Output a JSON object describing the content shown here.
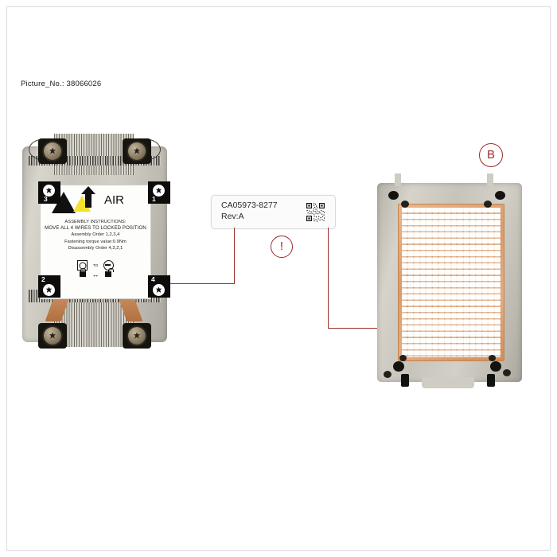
{
  "picture": {
    "caption": "Picture_No.: 38066026"
  },
  "part_label": {
    "part_number": "CA05973-8277",
    "revision": "Rev:A",
    "qr_code_name": "qr-code"
  },
  "callouts": [
    {
      "id": "warning",
      "symbol": "!"
    },
    {
      "id": "view-b",
      "symbol": "B"
    }
  ],
  "heatsink_label": {
    "air_text": "AIR",
    "warning_icon": "hot-surface-warning-icon",
    "airflow_icon": "up-arrow-icon",
    "instructions": [
      "ASSEMBLY INSTRUCTIONS:",
      "MOVE ALL 4 WIRES TO LOCKED POSITION",
      "Assembly Order 1,2,3,4",
      "Fastening torque value:0.9Nm",
      "Disassembly Order 4,3,2,1"
    ],
    "lock_row": {
      "to_text": "TO",
      "locked_icon": "padlock-closed-icon",
      "unlocked_icon": "padlock-open-icon",
      "arrow_icon": "double-arrow-icon"
    },
    "corner_numbers": {
      "top_left": "3",
      "top_right": "1",
      "bottom_left": "2",
      "bottom_right": "4"
    }
  },
  "colors": {
    "callout_red": "#9e2b2b",
    "warning_yellow": "#f5e02a",
    "copper": "#d99c6b",
    "aluminum": "#c9c6bd"
  }
}
